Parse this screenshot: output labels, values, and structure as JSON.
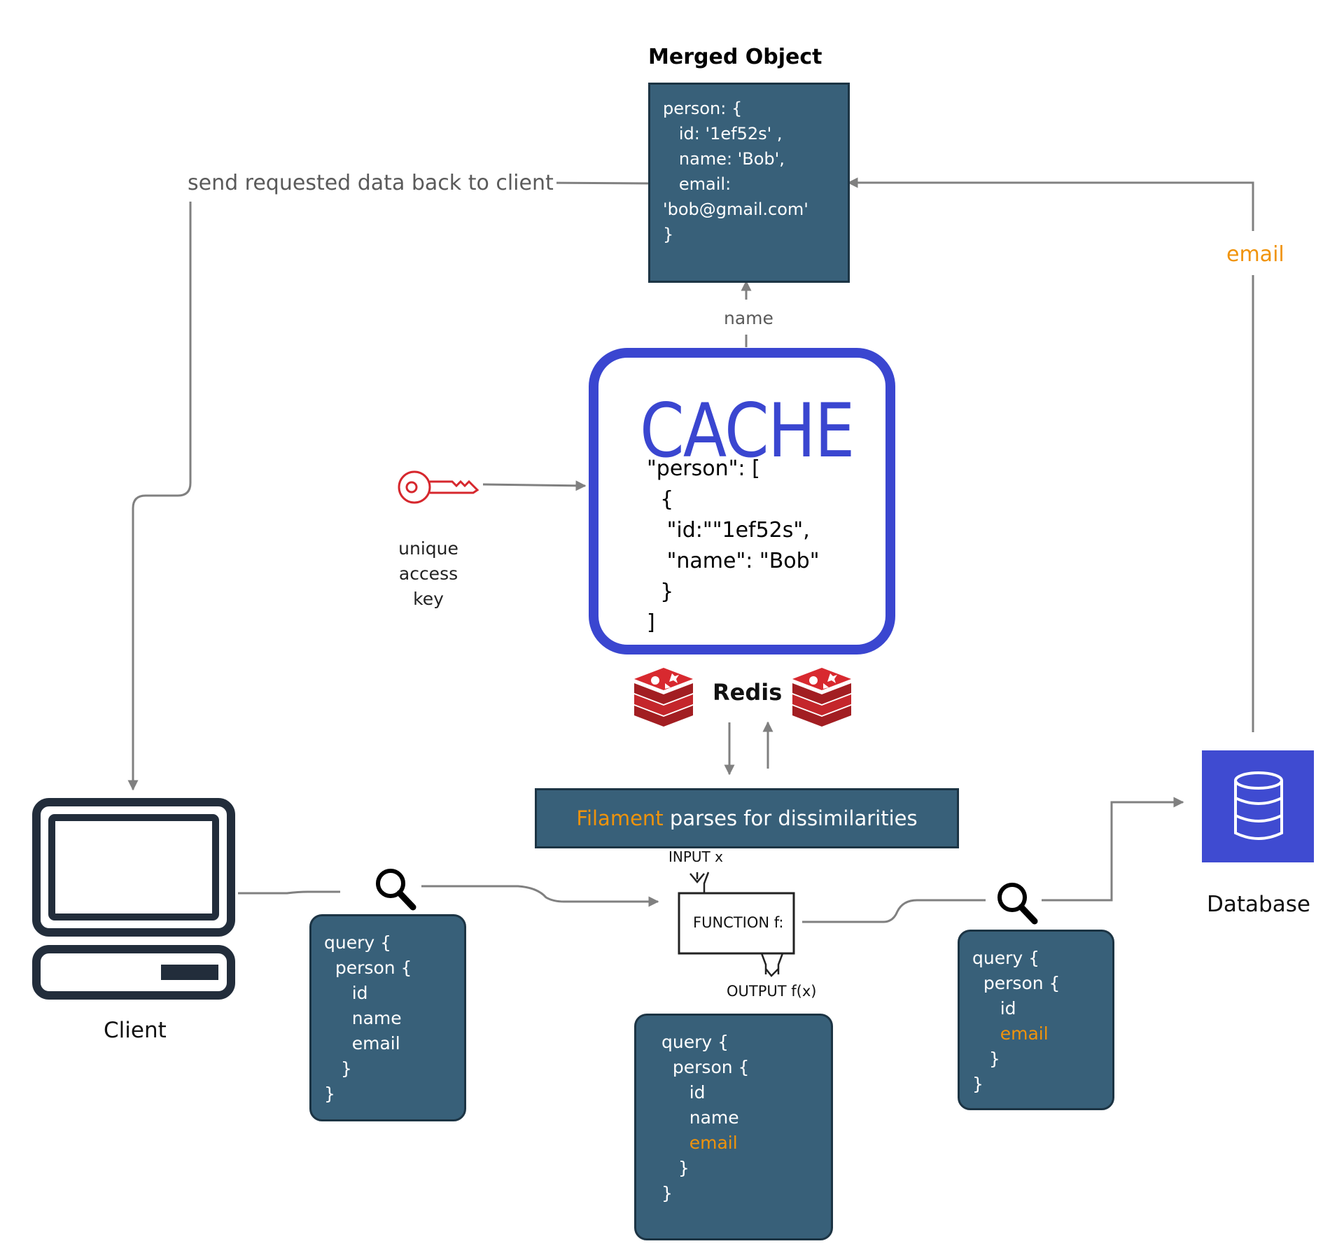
{
  "colors": {
    "navy": "#386079",
    "accent": "#f0930b",
    "cache_border": "#3a46d0",
    "redis": "#c4262b",
    "db": "#3f4bd1",
    "arrow": "#808080"
  },
  "merged": {
    "title": "Merged Object",
    "lines": [
      "person: {",
      "   id: '1ef52s' ,",
      "   name: 'Bob',",
      "   email:",
      "'bob@gmail.com'",
      "}"
    ]
  },
  "labels": {
    "send_back": "send requested data back to client",
    "email_arrow": "email",
    "name_arrow": "name",
    "key": [
      "unique",
      "access",
      "key"
    ],
    "redis": "Redis",
    "client": "Client",
    "database": "Database",
    "input": "INPUT x",
    "function": "FUNCTION f:",
    "output": "OUTPUT f(x)"
  },
  "icons": {
    "key": "key-icon",
    "redis": "redis-logo",
    "search": "magnifier-icon",
    "client": "computer-icon",
    "database": "database-icon"
  },
  "cache": {
    "title": "CACHE",
    "lines": [
      "\"person\": [",
      "  {",
      "   \"id:\"\"1ef52s\",",
      "   \"name\": \"Bob\"",
      "  }",
      "]"
    ]
  },
  "filament": {
    "highlight": "Filament",
    "rest": " parses for dissimilarities"
  },
  "query_client": {
    "lines": [
      {
        "text": "query {",
        "hl": false
      },
      {
        "text": "  person {",
        "hl": false
      },
      {
        "text": "     id",
        "hl": false
      },
      {
        "text": "     name",
        "hl": false
      },
      {
        "text": "     email",
        "hl": false
      },
      {
        "text": "   }",
        "hl": false
      },
      {
        "text": "}",
        "hl": false
      }
    ]
  },
  "query_function": {
    "lines": [
      {
        "text": "query {",
        "hl": false
      },
      {
        "text": "  person {",
        "hl": false
      },
      {
        "text": "     id",
        "hl": false
      },
      {
        "text": "     name",
        "hl": false
      },
      {
        "text": "     email",
        "hl": true
      },
      {
        "text": "   }",
        "hl": false
      },
      {
        "text": "}",
        "hl": false
      }
    ]
  },
  "query_db": {
    "lines": [
      {
        "text": "query {",
        "hl": false
      },
      {
        "text": "  person {",
        "hl": false
      },
      {
        "text": "     id",
        "hl": false
      },
      {
        "text": "     email",
        "hl": true
      },
      {
        "text": "   }",
        "hl": false
      },
      {
        "text": "}",
        "hl": false
      }
    ]
  }
}
